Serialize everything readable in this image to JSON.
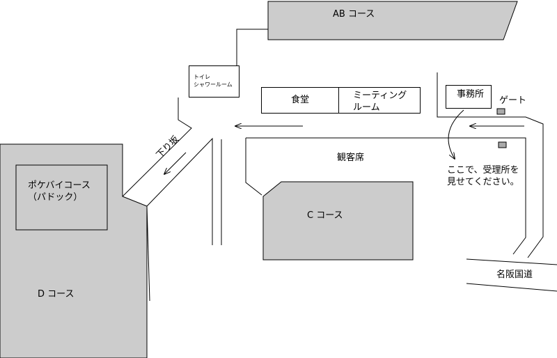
{
  "map": {
    "colors": {
      "course_fill": "#cccccc",
      "stroke": "#000000",
      "background": "#ffffff",
      "marker_fill": "#aaaaaa"
    },
    "labels": {
      "ab_course": "AB コース",
      "toilet_line1": "トイレ",
      "toilet_line2": "シャワールーム",
      "cafeteria": "食堂",
      "meeting_line1": "ミーティング",
      "meeting_line2": "ルーム",
      "office": "事務所",
      "gate": "ゲート",
      "downhill": "下り坂",
      "stands": "観客席",
      "note_line1": "ここで、受理所を",
      "note_line2": "見せてください。",
      "pokebike_line1": "ポケバイコース",
      "pokebike_line2": "（パドック）",
      "c_course": "C コース",
      "d_course": "D コース",
      "meihan_road": "名阪国道"
    }
  }
}
